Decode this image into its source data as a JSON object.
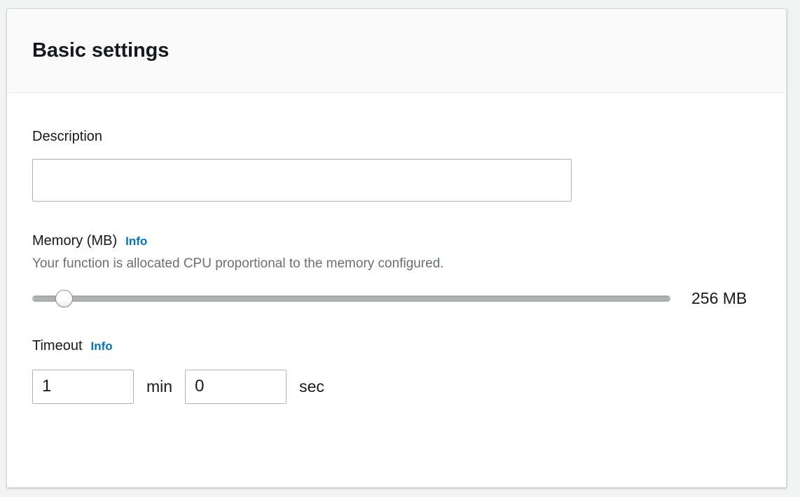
{
  "panel": {
    "title": "Basic settings"
  },
  "fields": {
    "description": {
      "label": "Description",
      "value": "",
      "placeholder": ""
    },
    "memory": {
      "label": "Memory (MB)",
      "info_label": "Info",
      "hint": "Your function is allocated CPU proportional to the memory configured.",
      "value_label": "256 MB",
      "value": 256,
      "slider_position_percent": 5
    },
    "timeout": {
      "label": "Timeout",
      "info_label": "Info",
      "minutes_value": "1",
      "minutes_unit": "min",
      "seconds_value": "0",
      "seconds_unit": "sec"
    }
  },
  "colors": {
    "page_background": "#f2f3f3",
    "panel_background": "#ffffff",
    "header_background": "#fafafa",
    "title_text": "#16191f",
    "hint_text": "#687078",
    "link_blue": "#0073bb",
    "input_border": "#aab7b8",
    "divider": "#eaeded",
    "slider_track": "#a2a6a7"
  }
}
